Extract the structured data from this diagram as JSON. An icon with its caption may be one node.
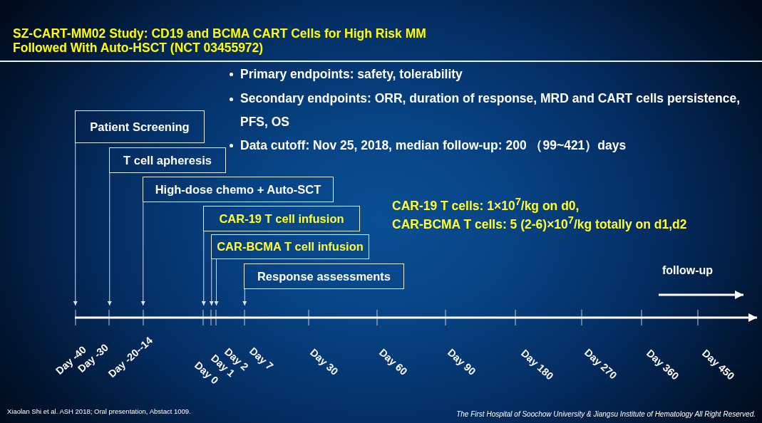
{
  "diagram": {
    "title": "SZ-CART-MM02 Study: CD19 and BCMA CART Cells for High Risk MM Followed With Auto-HSCT (NCT 03455972)",
    "nodes": [
      {
        "text": [
          "Patient Screening"
        ]
      },
      {
        "text": [
          "T cell apheresis"
        ]
      },
      {
        "text": [
          "High-dose chemo + Auto-SCT"
        ]
      },
      {
        "text": [
          "CAR-19 T cell infusion"
        ]
      },
      {
        "text": [
          "CAR-BCMA T cell infusion"
        ]
      },
      {
        "text": [
          "Response assessments"
        ]
      }
    ],
    "edges": [
      {
        "from": 0,
        "to": null,
        "arrow": "to"
      },
      {
        "from": 1,
        "to": null,
        "arrow": "to"
      },
      {
        "from": 2,
        "to": null,
        "arrow": "to"
      },
      {
        "from": 3,
        "to": null,
        "arrow": "to"
      },
      {
        "from": 4,
        "to": null,
        "arrow": "to"
      },
      {
        "from": 4,
        "to": null,
        "arrow": "to"
      },
      {
        "from": 5,
        "to": null,
        "arrow": "to"
      }
    ],
    "labels": [
      "Primary endpoints: safety, tolerability",
      "Secondary endpoints: ORR, duration of response, MRD and CART cells persistence, PFS, OS",
      "Data cutoff: Nov 25, 2018, median follow-up: 200 （99~421）days",
      "CAR-19 T cells: 1×10$^{7}$/kg on d0,",
      "CAR-BCMA T cells: 5 (2-6)×10$^{7}$/kg totally on d1,d2",
      "follow-up",
      "Day -40",
      "Day -30",
      "Day -20--14",
      "Day 0",
      "Day 1",
      "Day 2",
      "Day 7",
      "Day 30",
      "Day 60",
      "Day 90",
      "Day 180",
      "Day 270",
      "Day 360",
      "Day 450",
      "Xiaolan Shi et al. ASH 2018; Oral presentation, Abstact 1009.",
      "The First Hospital of Soochow University & Jiangsu Institute of Hematology All Right Reserved."
    ]
  }
}
